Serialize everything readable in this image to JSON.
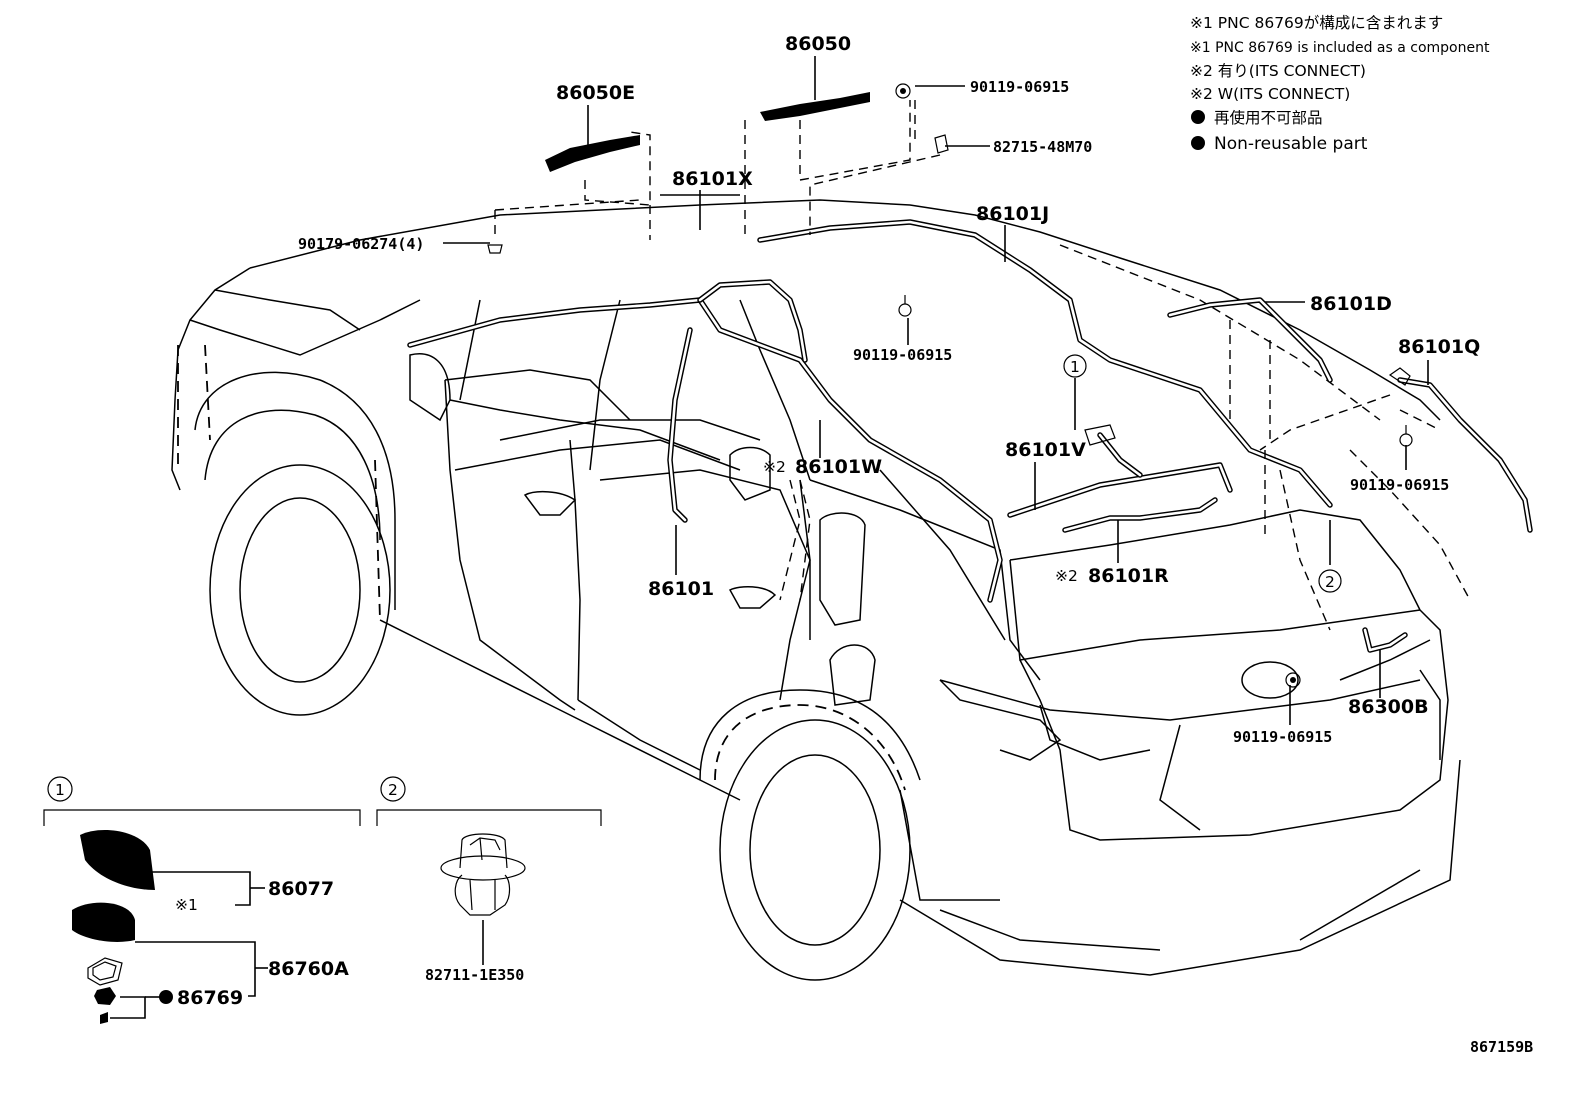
{
  "notes": {
    "line1": "※1 PNC 86769が構成に含まれます",
    "line2": "※1 PNC 86769 is included as a component",
    "line3": "※2 有り(ITS  CONNECT)",
    "line4": "※2 W(ITS CONNECT)",
    "line5": "再使用不可部品",
    "line6": "Non-reusable part"
  },
  "parts": {
    "p86050": "86050",
    "p86050E": "86050E",
    "p90119_top": "90119-06915",
    "p82715": "82715-48M70",
    "p86101X": "86101X",
    "p90179": "90179-06274(4)",
    "p86101J": "86101J",
    "p86101D": "86101D",
    "p86101Q": "86101Q",
    "p90119_mid": "90119-06915",
    "p90119_right": "90119-06915",
    "p86101V": "86101V",
    "p86101W": "86101W",
    "p86101W_mark": "※2",
    "p86101R": "86101R",
    "p86101R_mark": "※2",
    "p86101": "86101",
    "p86300B": "86300B",
    "p90119_bottom": "90119-06915"
  },
  "callouts": {
    "c1": "1",
    "c2": "2"
  },
  "detail1": {
    "index": "1",
    "p86077": "86077",
    "mark1": "※1",
    "p86760A": "86760A",
    "p86769": "86769"
  },
  "detail2": {
    "index": "2",
    "p82711": "82711-1E350"
  },
  "figure_id": "867159B"
}
